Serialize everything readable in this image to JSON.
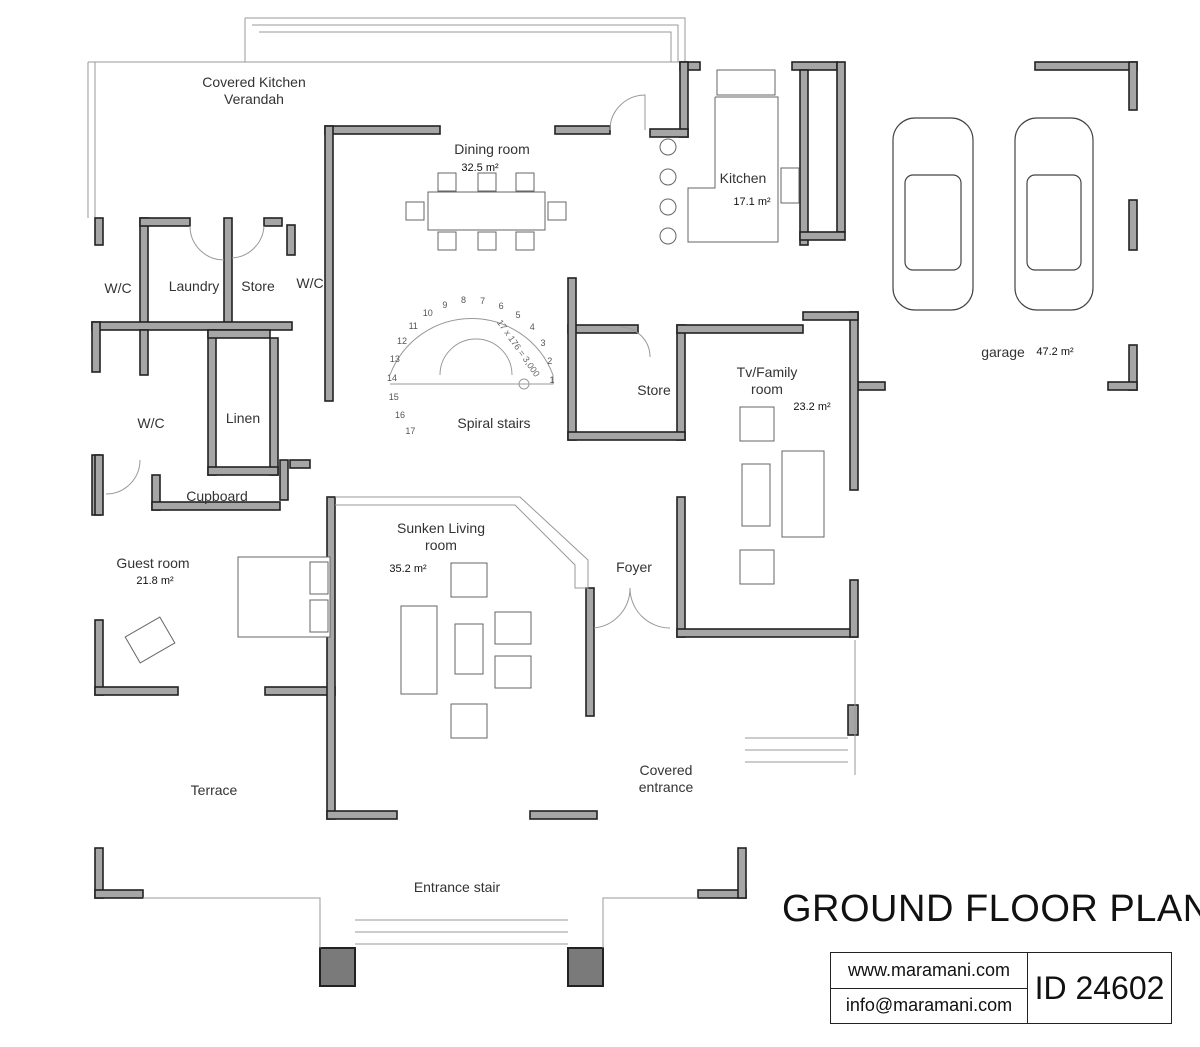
{
  "title": "GROUND FLOOR PLAN",
  "contact": {
    "website": "www.maramani.com",
    "email": "info@maramani.com",
    "plan_id": "ID 24602"
  },
  "rooms": {
    "verandah": {
      "line1": "Covered Kitchen",
      "line2": "Verandah"
    },
    "dining": {
      "name": "Dining room",
      "area": "32.5 m²"
    },
    "kitchen": {
      "name": "Kitchen",
      "area": "17.1 m²"
    },
    "garage": {
      "name": "garage",
      "area": "47.2 m²"
    },
    "wc_left": {
      "name": "W/C"
    },
    "laundry": {
      "name": "Laundry"
    },
    "store_top": {
      "name": "Store"
    },
    "wc_right": {
      "name": "W/C"
    },
    "wc_lower": {
      "name": "W/C"
    },
    "linen": {
      "name": "Linen"
    },
    "cupboard": {
      "name": "Cupboard"
    },
    "stairs": {
      "name": "Spiral stairs",
      "note": "17 x 176 = 3,000",
      "steps": [
        "1",
        "2",
        "3",
        "4",
        "5",
        "6",
        "7",
        "8",
        "9",
        "10",
        "11",
        "12",
        "13",
        "14",
        "15",
        "16",
        "17"
      ]
    },
    "store_mid": {
      "name": "Store"
    },
    "tv": {
      "line1": "Tv/Family",
      "line2": "room",
      "area": "23.2 m²"
    },
    "guest": {
      "name": "Guest room",
      "area": "21.8 m²"
    },
    "living": {
      "line1": "Sunken Living",
      "line2": "room",
      "area": "35.2 m²"
    },
    "foyer": {
      "name": "Foyer"
    },
    "terrace": {
      "name": "Terrace"
    },
    "entrance": {
      "line1": "Covered",
      "line2": "entrance"
    },
    "entrance_stair": {
      "name": "Entrance stair"
    }
  },
  "colors": {
    "wall_fill": "#a6a6a6",
    "wall_outline": "#222222",
    "column": "#7a7a7a"
  }
}
